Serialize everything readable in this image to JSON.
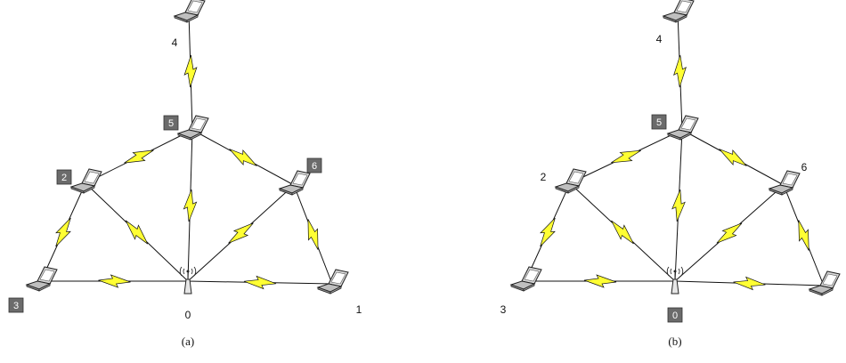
{
  "diagrams": [
    {
      "caption": "(a)",
      "nodes": [
        {
          "id": "0",
          "label": "0",
          "kind": "access-point",
          "highlighted": false
        },
        {
          "id": "1",
          "label": "1",
          "kind": "laptop",
          "highlighted": false
        },
        {
          "id": "2",
          "label": "2",
          "kind": "laptop",
          "highlighted": true
        },
        {
          "id": "3",
          "label": "3",
          "kind": "laptop",
          "highlighted": true
        },
        {
          "id": "4",
          "label": "4",
          "kind": "laptop",
          "highlighted": false
        },
        {
          "id": "5",
          "label": "5",
          "kind": "laptop",
          "highlighted": true
        },
        {
          "id": "6",
          "label": "6",
          "kind": "laptop",
          "highlighted": true
        }
      ],
      "links": [
        [
          "3",
          "0"
        ],
        [
          "0",
          "1"
        ],
        [
          "3",
          "2"
        ],
        [
          "2",
          "0"
        ],
        [
          "2",
          "5"
        ],
        [
          "5",
          "0"
        ],
        [
          "5",
          "6"
        ],
        [
          "6",
          "0"
        ],
        [
          "6",
          "1"
        ],
        [
          "5",
          "4"
        ]
      ]
    },
    {
      "caption": "(b)",
      "nodes": [
        {
          "id": "0",
          "label": "0",
          "kind": "access-point",
          "highlighted": true
        },
        {
          "id": "1",
          "label": "",
          "kind": "laptop",
          "highlighted": false
        },
        {
          "id": "2",
          "label": "2",
          "kind": "laptop",
          "highlighted": false
        },
        {
          "id": "3",
          "label": "3",
          "kind": "laptop",
          "highlighted": false
        },
        {
          "id": "4",
          "label": "4",
          "kind": "laptop",
          "highlighted": false
        },
        {
          "id": "5",
          "label": "5",
          "kind": "laptop",
          "highlighted": true
        },
        {
          "id": "6",
          "label": "6",
          "kind": "laptop",
          "highlighted": false
        }
      ],
      "links": [
        [
          "3",
          "0"
        ],
        [
          "0",
          "1"
        ],
        [
          "3",
          "2"
        ],
        [
          "2",
          "0"
        ],
        [
          "2",
          "5"
        ],
        [
          "5",
          "0"
        ],
        [
          "5",
          "6"
        ],
        [
          "6",
          "0"
        ],
        [
          "6",
          "1"
        ],
        [
          "5",
          "4"
        ]
      ]
    }
  ],
  "colors": {
    "bolt_fill": "#ffff33",
    "label_box": "#6b6b6b",
    "line": "#111111"
  }
}
